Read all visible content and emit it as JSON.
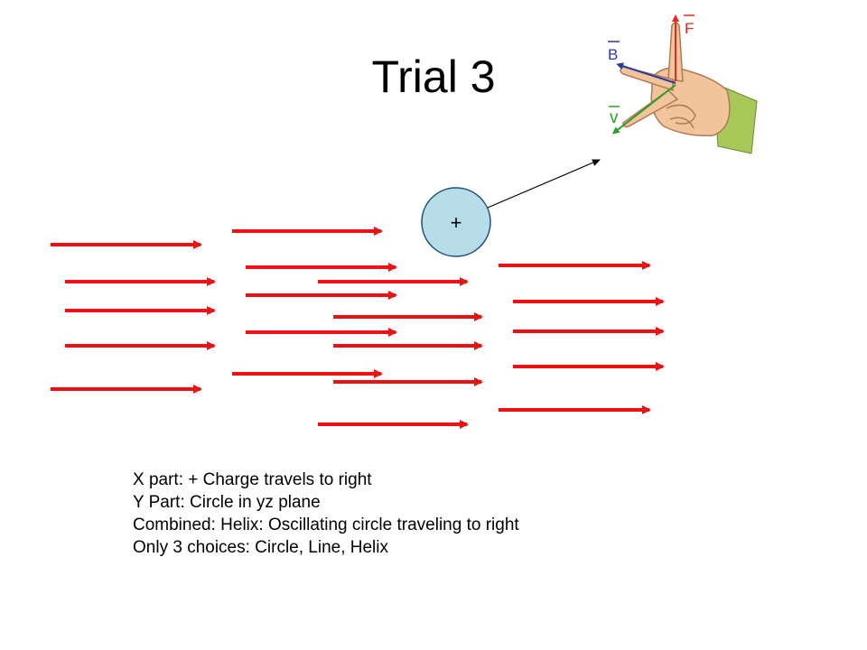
{
  "slide": {
    "title": "Trial 3"
  },
  "charge": {
    "label": "+",
    "fill": "#b7dde8",
    "stroke": "#1f4e79"
  },
  "field_arrow_color": "#ee1111",
  "hand_diagram": {
    "labels": {
      "force": "F",
      "magnetic_field": "B",
      "velocity": "v"
    },
    "colors": {
      "force": "#e8281e",
      "magnetic_field": "#2a3c9c",
      "velocity": "#2aa02a",
      "sleeve": "#a8c85a",
      "skin": "#f1c49c"
    }
  },
  "notes": [
    "X part: + Charge travels to right",
    "Y Part: Circle in yz plane",
    "Combined: Helix: Oscillating circle traveling to right",
    "Only 3 choices: Circle, Line, Helix"
  ]
}
